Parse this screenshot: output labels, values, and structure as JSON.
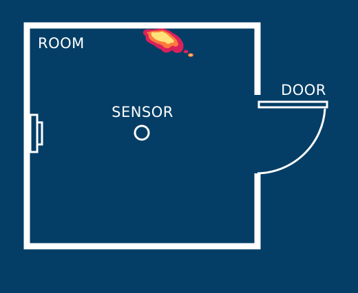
{
  "labels": {
    "room": "ROOM",
    "sensor": "SENSOR",
    "door": "DOOR"
  },
  "icons": {
    "window": "window-icon",
    "sensor": "sensor-icon",
    "heat": "heat-blob-icon",
    "door": "door-icon"
  },
  "colors": {
    "background": "#043e66",
    "walls": "#ffffff",
    "heat_core": "#ffe27a",
    "heat_mid": "#ff7a3d",
    "heat_outer": "#d9215c"
  }
}
